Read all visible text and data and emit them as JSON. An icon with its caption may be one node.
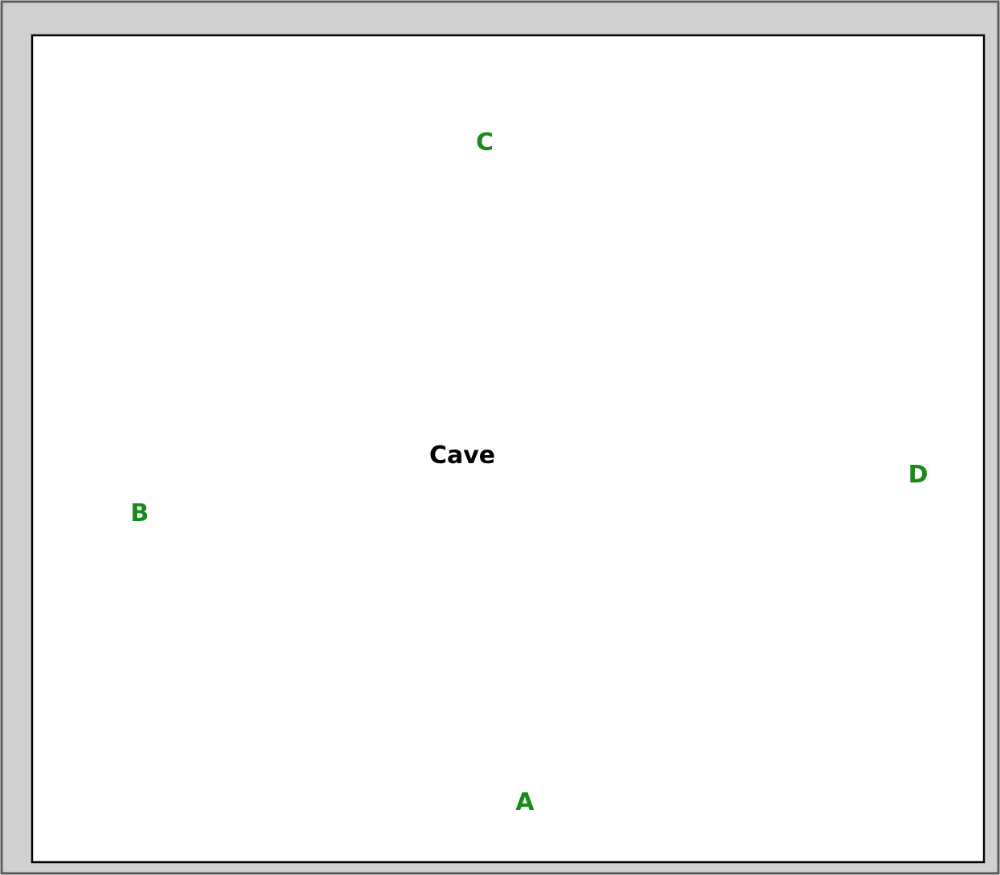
{
  "diagram": {
    "labels": [
      "C",
      "Cave",
      "D",
      "B",
      "A"
    ]
  }
}
